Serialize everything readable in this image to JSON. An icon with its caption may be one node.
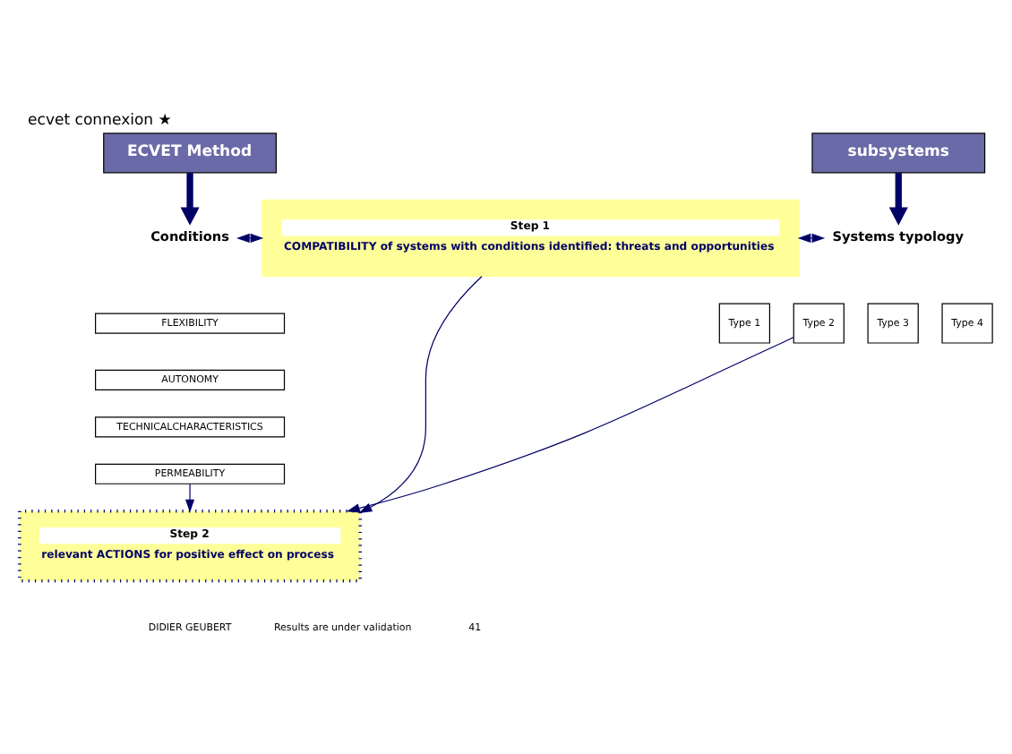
{
  "diagram": {
    "title": "ecvet connexion ★",
    "nodes": [
      {
        "text": [
          "ECVET Method"
        ]
      },
      {
        "text": [
          "subsystems"
        ]
      },
      {
        "text": [
          "Conditions"
        ]
      },
      {
        "text": [
          "FLEXIBILITY"
        ]
      },
      {
        "text": [
          "AUTONOMY"
        ]
      },
      {
        "text": [
          "TECHNICALCHARACTERISTICS"
        ]
      },
      {
        "text": [
          "PERMEABILITY"
        ]
      },
      {
        "text": [
          "Step 1",
          "COMPATIBILITY of systems with conditions identified: threats and opportunities"
        ]
      },
      {
        "text": [
          "Systems typology"
        ]
      },
      {
        "text": [
          "Type 1"
        ]
      },
      {
        "text": [
          "Type 2"
        ]
      },
      {
        "text": [
          "Type 3"
        ]
      },
      {
        "text": [
          "Type 4"
        ]
      },
      {
        "text": [
          "Step 2",
          "relevant ACTIONS for positive effect on process"
        ]
      }
    ],
    "edges": [
      {
        "from": 0,
        "to": 2,
        "arrow": "to",
        "style": "thick"
      },
      {
        "from": 1,
        "to": 8,
        "arrow": "to",
        "style": "thick"
      },
      {
        "from": 2,
        "to": 7,
        "arrow": "both"
      },
      {
        "from": 7,
        "to": 8,
        "arrow": "both"
      },
      {
        "from": 7,
        "to": 13,
        "arrow": "to"
      },
      {
        "from": 6,
        "to": 13,
        "arrow": "to"
      },
      {
        "from": 10,
        "to": 13,
        "arrow": "to"
      }
    ],
    "labels": [
      "DIDIER GEUBERT",
      "Results are under validation",
      "41"
    ]
  }
}
